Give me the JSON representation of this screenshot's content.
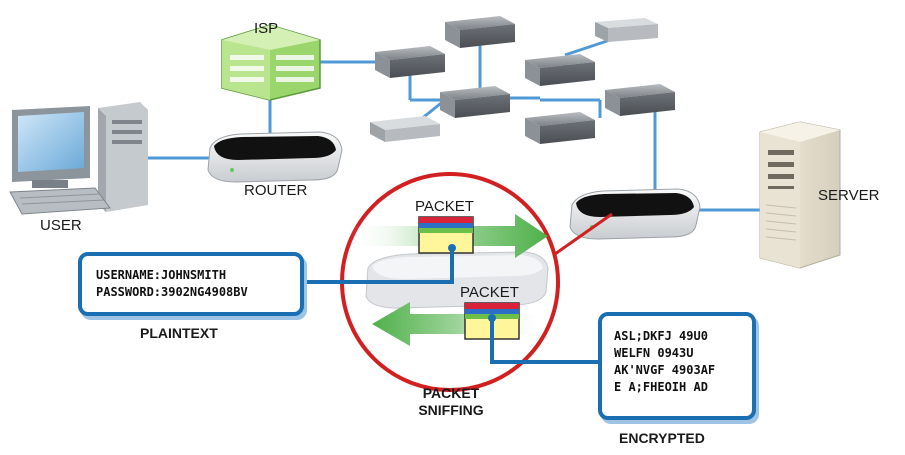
{
  "labels": {
    "isp": "ISP",
    "router": "ROUTER",
    "user": "USER",
    "server": "SERVER",
    "packet_top": "PACKET",
    "packet_bottom": "PACKET",
    "plaintext": "PLAINTEXT",
    "encrypted": "ENCRYPTED",
    "sniffing_line1": "PACKET",
    "sniffing_line2": "SNIFFING"
  },
  "plaintext_box": {
    "lines": [
      "USERNAME:JOHNSMITH",
      "PASSWORD:3902NG4908BV"
    ]
  },
  "encrypted_box": {
    "lines": [
      "ASL;DKFJ 49U0",
      "WELFN 0943U",
      "AK'NVGF 4903AF",
      "E A;FHEOIH AD"
    ]
  },
  "colors": {
    "link_blue": "#4f9ad6",
    "callout_blue": "#1a6fb3",
    "circle_red": "#d22020",
    "arrow_green": "#5cb85c",
    "isp_green": "#9ad66b"
  },
  "icons": [
    "desktop-computer-icon",
    "router-icon",
    "isp-building-icon",
    "network-switch-icon",
    "server-tower-icon",
    "packet-icon"
  ]
}
